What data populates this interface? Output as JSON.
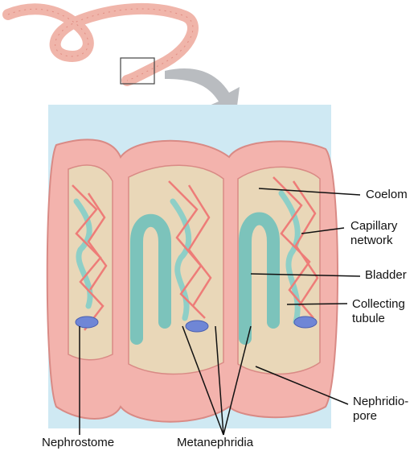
{
  "figure": {
    "labels": {
      "coelom": "Coelom",
      "capillary_network": "Capillary\nnetwork",
      "bladder": "Bladder",
      "collecting_tubule": "Collecting\ntubule",
      "nephridiopore": "Nephridio-\npore",
      "nephrostome": "Nephrostome",
      "metanephridia": "Metanephridia"
    },
    "colors": {
      "background_panel": "#cfe9f3",
      "body_wall": "#f3b3ad",
      "body_wall_edge": "#d98a85",
      "coelom_fluid": "#e9d7b8",
      "capillary": "#ee7c78",
      "tubule": "#8ecfc7",
      "bladder": "#7cc3bb",
      "nephrostome": "#6f86d6",
      "arrow": "#b9bcc0",
      "worm": "#f0b5aa"
    }
  }
}
